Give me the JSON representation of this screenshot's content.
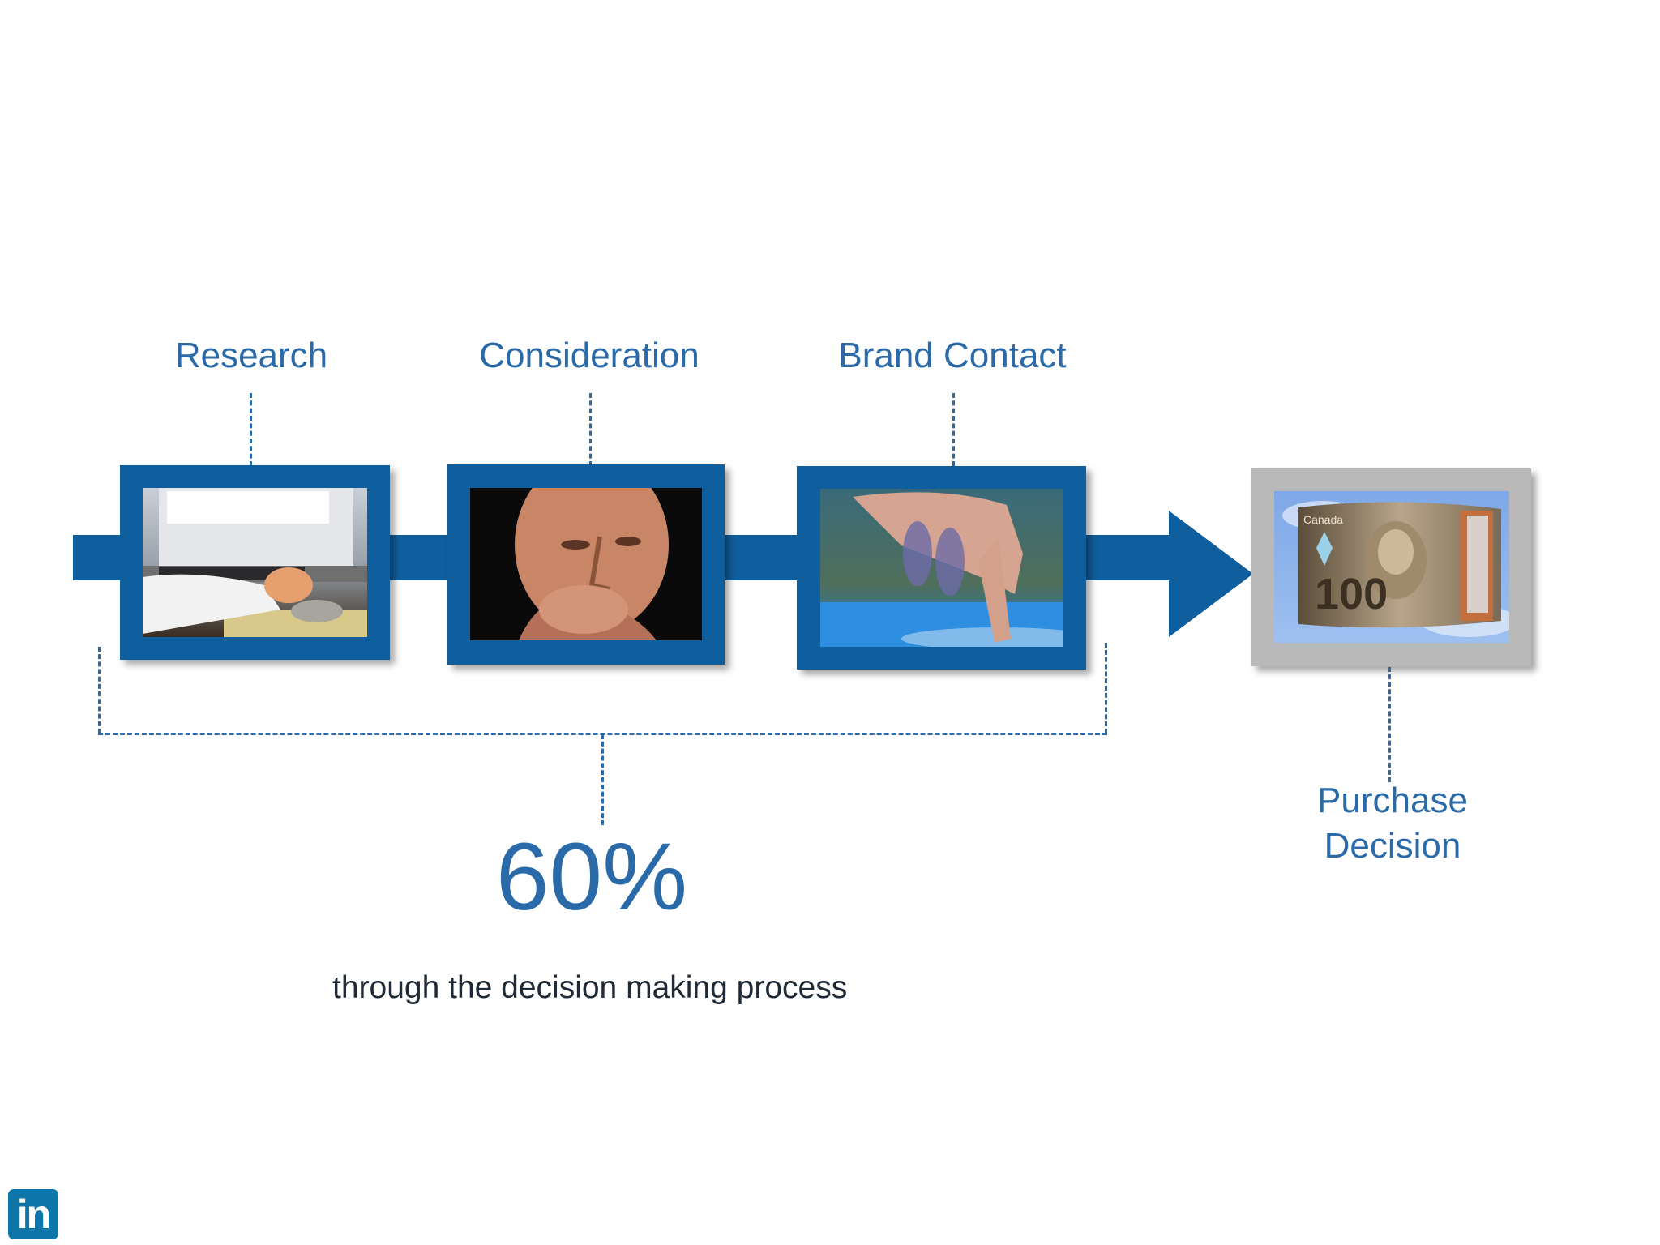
{
  "steps": [
    {
      "label": "Research"
    },
    {
      "label": "Consideration"
    },
    {
      "label": "Brand Contact"
    }
  ],
  "final_step": {
    "label_line1": "Purchase",
    "label_line2": "Decision"
  },
  "stat": {
    "value": "60%",
    "caption": "through the decision making process"
  },
  "banknote": {
    "country": "Canada",
    "denomination": "100"
  },
  "logo": {
    "text": "in"
  },
  "colors": {
    "accent": "#2a6aa8",
    "bar": "#0f5f9e",
    "final_frame": "#b9b9b9"
  }
}
